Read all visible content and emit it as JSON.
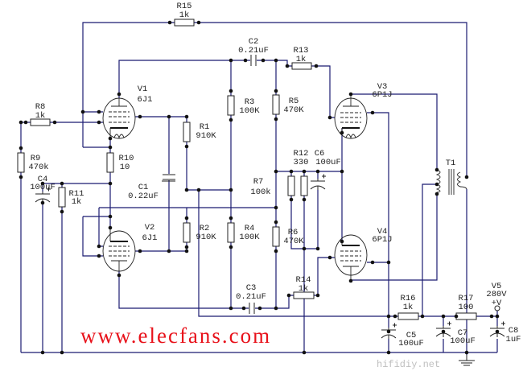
{
  "watermark": "www.elecfans.com",
  "watermark_small": "hifidiy.net",
  "colors": {
    "wire": "#1b1b72",
    "watermark": "#e8121b"
  },
  "components": {
    "R15": {
      "name": "R15",
      "value": "1k"
    },
    "C2": {
      "name": "C2",
      "value": "0.21uF"
    },
    "R13": {
      "name": "R13",
      "value": "1k"
    },
    "V1": {
      "name": "V1",
      "value": "6J1"
    },
    "R8": {
      "name": "R8",
      "value": "1k"
    },
    "R3": {
      "name": "R3",
      "value": "100K"
    },
    "R5": {
      "name": "R5",
      "value": "470K"
    },
    "V3": {
      "name": "V3",
      "value": "6P1J"
    },
    "R1": {
      "name": "R1",
      "value": "910K"
    },
    "R9": {
      "name": "R9",
      "value": "470k"
    },
    "R10": {
      "name": "R10",
      "value": "10"
    },
    "C4": {
      "name": "C4",
      "value": "100uF"
    },
    "R11": {
      "name": "R11",
      "value": "1k"
    },
    "C1": {
      "name": "C1",
      "value": "0.22uF"
    },
    "R12": {
      "name": "R12",
      "value": "330"
    },
    "C6": {
      "name": "C6",
      "value": "100uF"
    },
    "R7": {
      "name": "R7",
      "value": "100k"
    },
    "T1": {
      "name": "T1"
    },
    "V2": {
      "name": "V2",
      "value": "6J1"
    },
    "R2": {
      "name": "R2",
      "value": "910K"
    },
    "R4": {
      "name": "R4",
      "value": "100K"
    },
    "R6": {
      "name": "R6",
      "value": "470K"
    },
    "V4": {
      "name": "V4",
      "value": "6P1J"
    },
    "R14": {
      "name": "R14",
      "value": "1k"
    },
    "C3": {
      "name": "C3",
      "value": "0.21uF"
    },
    "R16": {
      "name": "R16",
      "value": "1k"
    },
    "R17": {
      "name": "R17",
      "value": "100"
    },
    "V5": {
      "name": "V5",
      "value": "280V",
      "polarity": "+V"
    },
    "C5": {
      "name": "C5",
      "value": "100uF"
    },
    "C7": {
      "name": "C7",
      "value": "100uF"
    },
    "C8": {
      "name": "C8",
      "value": "1uF"
    }
  }
}
